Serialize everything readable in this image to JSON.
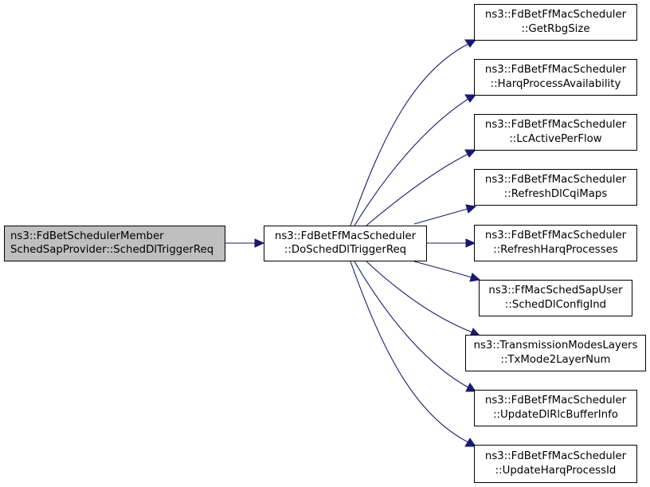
{
  "graph": {
    "edge_color": "#191970",
    "root": {
      "line1": "ns3::FdBetSchedulerMember",
      "line2": "SchedSapProvider::SchedDlTriggerReq"
    },
    "center": {
      "line1": "ns3::FdBetFfMacScheduler",
      "line2": "::DoSchedDlTriggerReq"
    },
    "callees": [
      {
        "line1": "ns3::FdBetFfMacScheduler",
        "line2": "::GetRbgSize"
      },
      {
        "line1": "ns3::FdBetFfMacScheduler",
        "line2": "::HarqProcessAvailability"
      },
      {
        "line1": "ns3::FdBetFfMacScheduler",
        "line2": "::LcActivePerFlow"
      },
      {
        "line1": "ns3::FdBetFfMacScheduler",
        "line2": "::RefreshDlCqiMaps"
      },
      {
        "line1": "ns3::FdBetFfMacScheduler",
        "line2": "::RefreshHarqProcesses"
      },
      {
        "line1": "ns3::FfMacSchedSapUser",
        "line2": "::SchedDlConfigInd"
      },
      {
        "line1": "ns3::TransmissionModesLayers",
        "line2": "::TxMode2LayerNum"
      },
      {
        "line1": "ns3::FdBetFfMacScheduler",
        "line2": "::UpdateDlRlcBufferInfo"
      },
      {
        "line1": "ns3::FdBetFfMacScheduler",
        "line2": "::UpdateHarqProcessId"
      }
    ]
  }
}
